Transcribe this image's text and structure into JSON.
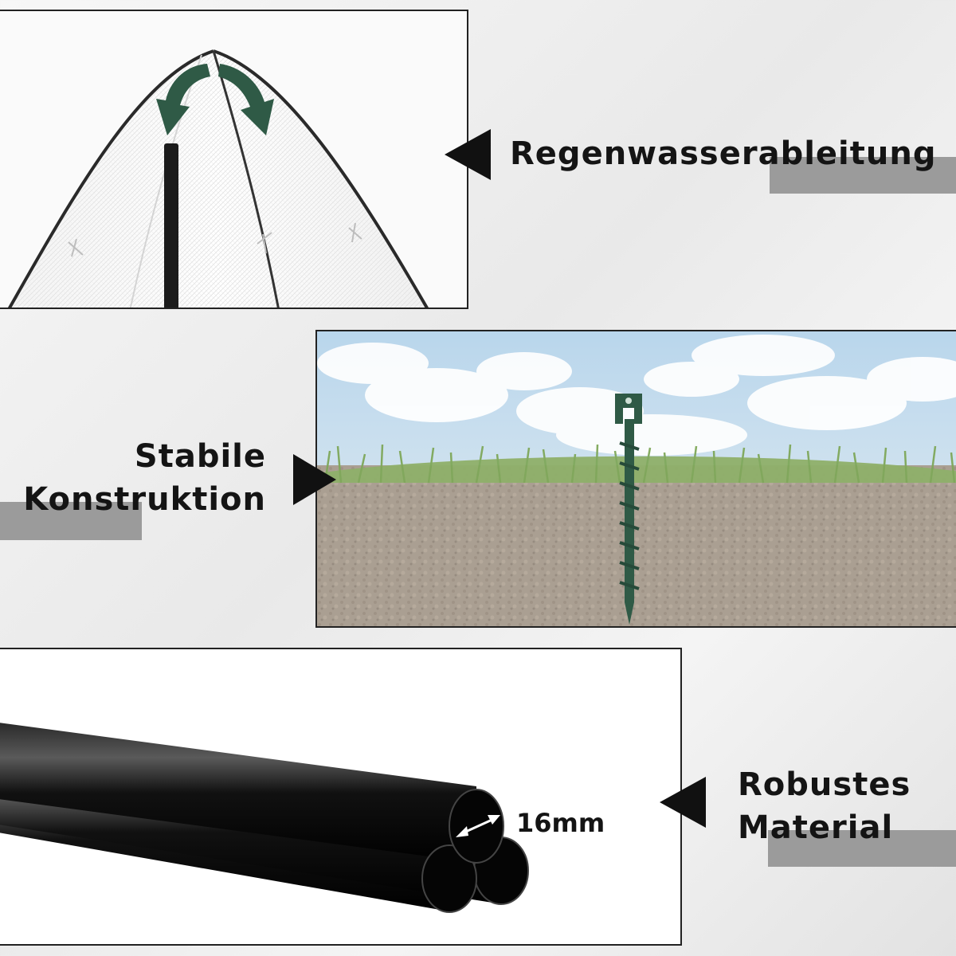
{
  "features": [
    {
      "label_lines": [
        "Regenwasserableitung"
      ]
    },
    {
      "label_lines": [
        "Stabile",
        "Konstruktion"
      ]
    },
    {
      "label_lines": [
        "Robustes",
        "Material"
      ]
    }
  ],
  "tube_measurement": "16mm",
  "colors": {
    "accent_green": "#2f5a46",
    "gray_bar": "#9b9b9b",
    "pointer": "#111111",
    "soil": "#8a7a68",
    "grass": "#8fb06a",
    "sky": "#c9dff0"
  },
  "icons": [
    "curved-arrow-icon",
    "ground-stake-icon",
    "diameter-arrow-icon"
  ]
}
